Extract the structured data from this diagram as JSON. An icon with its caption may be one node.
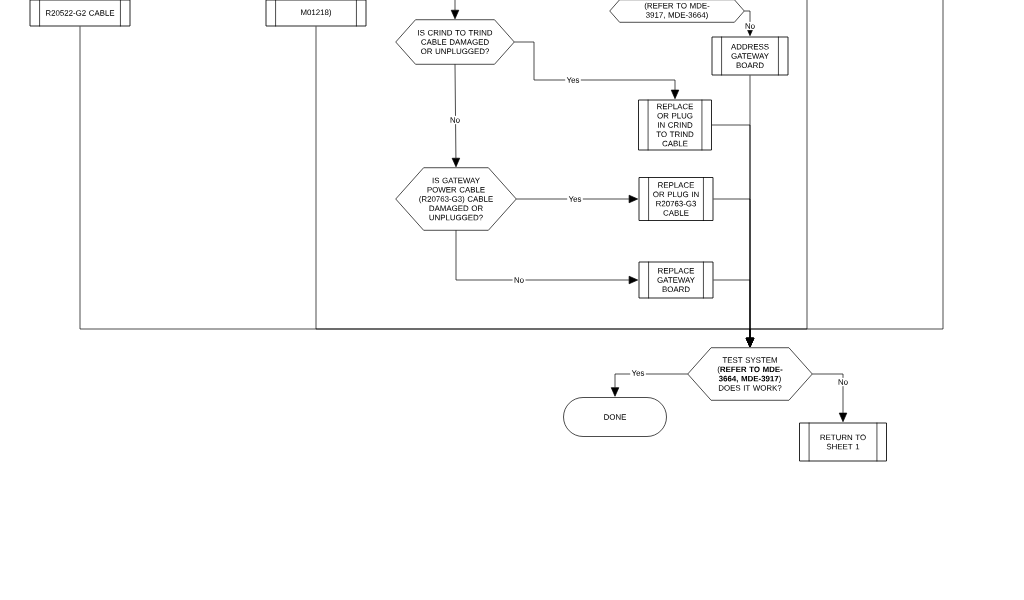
{
  "diagram": {
    "nodes": [
      {
        "text": [
          "R20522-G2 CABLE"
        ]
      },
      {
        "text": [
          "M01218)"
        ]
      },
      {
        "text": [
          "(REFER TO MDE-3917, MDE-3664)"
        ]
      },
      {
        "text": [
          "IS CRIND TO TRIND CABLE DAMAGED OR UNPLUGGED?"
        ]
      },
      {
        "text": [
          "ADDRESS GATEWAY BOARD"
        ]
      },
      {
        "text": [
          "REPLACE OR PLUG IN CRIND TO TRIND CABLE"
        ]
      },
      {
        "text": [
          "IS GATEWAY POWER CABLE (R20763-G3) CABLE DAMAGED OR UNPLUGGED?"
        ]
      },
      {
        "text": [
          "REPLACE OR PLUG IN R20763-G3 CABLE"
        ]
      },
      {
        "text": [
          "REPLACE GATEWAY BOARD"
        ]
      },
      {
        "text": [
          "TEST SYSTEM (**REFER TO MDE-3664, MDE-3917**) DOES IT WORK?"
        ]
      },
      {
        "text": [
          "DONE"
        ]
      },
      {
        "text": [
          "RETURN TO SHEET 1"
        ]
      }
    ],
    "edges": [
      {
        "from": null,
        "to": 3,
        "arrow": "to"
      },
      {
        "from": 2,
        "to": 4,
        "arrow": "to",
        "label": "No"
      },
      {
        "from": 3,
        "to": 5,
        "arrow": "to",
        "label": "Yes"
      },
      {
        "from": 3,
        "to": 6,
        "arrow": "to",
        "label": "No"
      },
      {
        "from": 6,
        "to": 7,
        "arrow": "to",
        "label": "Yes"
      },
      {
        "from": 6,
        "to": 8,
        "arrow": "to",
        "label": "No"
      },
      {
        "from": 4,
        "to": 9,
        "arrow": "to"
      },
      {
        "from": 5,
        "to": 9,
        "arrow": "to"
      },
      {
        "from": 7,
        "to": 9,
        "arrow": "to"
      },
      {
        "from": 8,
        "to": 9,
        "arrow": "to"
      },
      {
        "from": 0,
        "to": 9,
        "arrow": "to"
      },
      {
        "from": 1,
        "to": 9,
        "arrow": "to"
      },
      {
        "from": null,
        "to": 9,
        "arrow": "to"
      },
      {
        "from": null,
        "to": 9,
        "arrow": "to"
      },
      {
        "from": 9,
        "to": 10,
        "arrow": "to",
        "label": "Yes"
      },
      {
        "from": 9,
        "to": 11,
        "arrow": "to",
        "label": "No"
      }
    ]
  }
}
